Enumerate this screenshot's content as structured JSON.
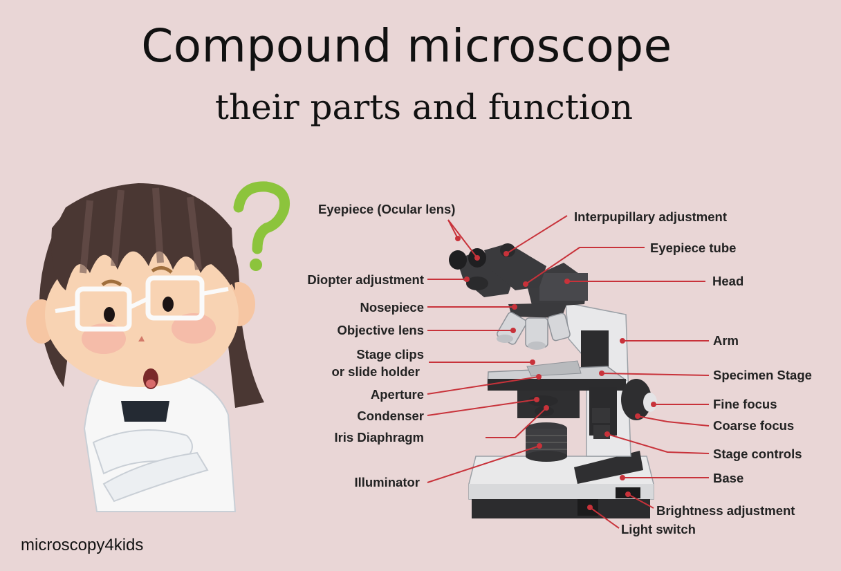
{
  "title": "Compound microscope",
  "subtitle": "their parts and function",
  "brand": "microscopy4kids",
  "labels": {
    "eyepiece": "Eyepiece (Ocular lens)",
    "interpupillary": "Interpupillary adjustment",
    "eyepiece_tube": "Eyepiece tube",
    "head": "Head",
    "diopter": "Diopter adjustment",
    "nosepiece": "Nosepiece",
    "objective": "Objective lens",
    "stage_clips_1": "Stage clips",
    "stage_clips_2": "or slide holder",
    "arm": "Arm",
    "specimen_stage": "Specimen Stage",
    "aperture": "Aperture",
    "condenser": "Condenser",
    "iris": "Iris Diaphragm",
    "fine_focus": "Fine focus",
    "coarse_focus": "Coarse focus",
    "stage_controls": "Stage controls",
    "illuminator": "Illuminator",
    "base": "Base",
    "brightness": "Brightness adjustment",
    "light_switch": "Light switch"
  },
  "colors": {
    "background": "#e9d6d6",
    "leader_line": "#c8323a",
    "question_mark": "#8cc43c"
  }
}
